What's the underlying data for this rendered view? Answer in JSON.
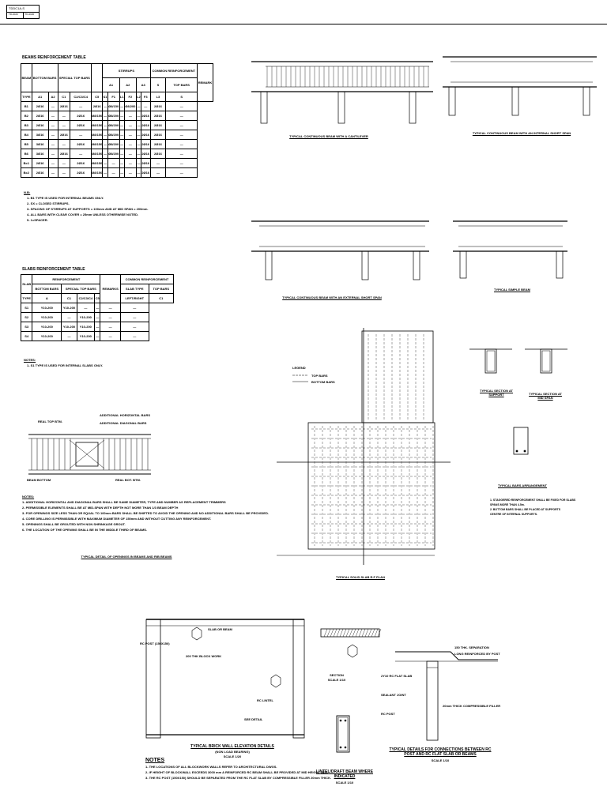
{
  "title_block": {
    "title": "TDDC1A-S",
    "cells": [
      "TD-2020",
      "TD-2020"
    ]
  },
  "beams_table": {
    "title": "BEAMS REINFORCEMENT TABLE",
    "headers": {
      "beam": "BEAM",
      "bottom_bars": "BOTTOM BARS",
      "special_top_bars": "SPECIAL TOP BARS",
      "stirrups": "STIRRUPS",
      "common_reinforcement": "COMMON REINFORCEMENT",
      "remark": "REMARK",
      "type": "TYPE",
      "sub": [
        "A1",
        "A2",
        "C1",
        "C2/C3/C4",
        "C5",
        "S1",
        "F1",
        "L1",
        "F2",
        "L2",
        "F3",
        "L3",
        "S",
        "TOP BARS"
      ]
    },
    "rows": [
      [
        "B1",
        "2Ø16",
        "—",
        "2Ø16",
        "—",
        "2Ø16",
        "—",
        "Ø8/150",
        "—",
        "Ø8/200",
        "—",
        "—",
        "2Ø16",
        "—"
      ],
      [
        "B2",
        "2Ø16",
        "—",
        "—",
        "2Ø16",
        "Ø8/150",
        "—",
        "Ø8/200",
        "—",
        "—",
        "—",
        "2Ø16",
        "2Ø16",
        "—"
      ],
      [
        "B3",
        "2Ø16",
        "—",
        "—",
        "2Ø16",
        "Ø8/150",
        "—",
        "Ø8/200",
        "—",
        "—",
        "—",
        "2Ø16",
        "2Ø16",
        "—"
      ],
      [
        "B4",
        "3Ø16",
        "—",
        "2Ø16",
        "—",
        "Ø8/150",
        "—",
        "Ø8/200",
        "—",
        "—",
        "—",
        "2Ø16",
        "2Ø16",
        "—"
      ],
      [
        "B5",
        "3Ø16",
        "—",
        "—",
        "2Ø16",
        "Ø8/150",
        "—",
        "Ø8/200",
        "—",
        "—",
        "—",
        "2Ø16",
        "2Ø16",
        "—"
      ],
      [
        "B6",
        "3Ø16",
        "—",
        "2Ø16",
        "—",
        "Ø8/150",
        "—",
        "Ø8/200",
        "—",
        "—",
        "—",
        "2Ø16",
        "2Ø16",
        "—"
      ],
      [
        "Bc1",
        "2Ø16",
        "—",
        "—",
        "2Ø16",
        "Ø8/150",
        "—",
        "—",
        "—",
        "—",
        "—",
        "2Ø16",
        "—",
        "—"
      ],
      [
        "Bc2",
        "2Ø16",
        "—",
        "—",
        "2Ø16",
        "Ø8/150",
        "—",
        "—",
        "—",
        "—",
        "—",
        "2Ø16",
        "—",
        "—"
      ]
    ]
  },
  "beams_notes": {
    "title": "N.B:",
    "items": [
      "1- B1 TYPE IS USED FOR INTERNAL BEAMS ONLY.",
      "2- SX = CLOSED STIRRUPS.",
      "3- SPACING OF STIRRUPS AT SUPPORTS = 100mm AND AT MID SPAN = 200mm.",
      "4- ALL BARS WITH CLEAR COVER = 25mm UNLESS OTHERWISE NOTED.",
      "5- 1=SPACER."
    ]
  },
  "slabs_table": {
    "title": "SLABS REINFORCEMENT TABLE",
    "headers": {
      "slab": "SLAB",
      "reinforcement": "REINFORCEMENT",
      "remarks": "REMARKS",
      "common_reinforcement": "COMMON REINFORCEMENT",
      "type": "TYPE",
      "bottom_bars": "BOTTOM BARS",
      "special_top_bars": "SPECIAL TOP BARS",
      "slab_type": "SLAB TYPE",
      "top_bars": "TOP BARS",
      "sub": [
        "A",
        "C1",
        "C2/C3/C4",
        "C5",
        "LEFT/RIGHT",
        "C1"
      ]
    },
    "rows": [
      [
        "S1",
        "Y10-200",
        "Y10-200",
        "—",
        "—",
        "—",
        "—"
      ],
      [
        "S2",
        "Y10-200",
        "—",
        "Y10-200",
        "—",
        "—",
        "—"
      ],
      [
        "S3",
        "Y10-200",
        "Y10-200",
        "Y10-200",
        "—",
        "—",
        "—"
      ],
      [
        "S4",
        "Y10-200",
        "—",
        "Y10-200",
        "—",
        "—",
        "—"
      ]
    ]
  },
  "slabs_notes": {
    "title": "NOTES:",
    "items": [
      "1- S1 TYPE IS USED FOR INTERNAL SLABS ONLY."
    ]
  },
  "openings_notes": {
    "title": "NOTES:",
    "items": [
      "1- ADDITIONAL HORIZONTAL AND DIAGONAL BARS SHALL BE SAME DIAMETER, TYPE AND NUMBER AS REPLACEMENT TRIMMERS",
      "2- PERMISSIBLE ELEMENTS SHALL BE AT MID-SPAN WITH DEPTH NOT MORE THAN 1/3 BEAM DEPTH",
      "3- FOR OPENINGS SIZE LESS THAN OR EQUAL TO 100mm BARS SHALL BE SHIFTED TO AVOID THE OPENING AND NO ADDITIONAL BARS SHALL BE PROVIDED.",
      "4- CORE DRILLING IS PERMISSIBLE WITH MAXIMUM DIAMETER OF 150mm AND WITHOUT CUTTING ANY REINFORCEMENT.",
      "5- OPENINGS SHALL BE GROUTED WITH NON SHRINKAGE GROUT.",
      "6- THE LOCATION OF THE OPENING SHALL BE IN THE MIDDLE THIRD OF BEAMS."
    ],
    "caption": "TYPICAL DETAIL OF OPENINGS IN BEAMS AND RIB BEAMS"
  },
  "openings_detail": {
    "labels": [
      "REAL TOP BTM.",
      "ADDITIONAL HORIZONTAL BARS",
      "ADDITIONAL DIAGONAL BARS",
      "BEAM BOTTOM",
      "REAL BOT. BTM."
    ]
  },
  "captions": {
    "cantilever": "TYPICAL CONTINUOUS BEAM WITH A CANTILEVER",
    "internal_short": "TYPICAL CONTINUOUS BEAM WITH AN INTERNAL SHORT SPAN",
    "external_short": "TYPICAL CONTINUOUS BEAM WITH AN EXTERNAL SHORT SPAN",
    "simple": "TYPICAL SIMPLE BEAM",
    "section_support": "TYPICAL SECTION AT SUPPORT",
    "section_mid": "TYPICAL SECTION AT MID SPAN",
    "bars_arrangement": "TYPICAL BARS ARRANGEMENT",
    "solid_slab_plan": "TYPICAL SOLID SLAB R.F PLAN",
    "brick_wall": "TYPICAL BRICK WALL ELEVATION DETAILS",
    "brick_wall_sub": "(NON LOAD BEARING)",
    "brick_wall_scale": "SCALE 1/20",
    "lintel": "LINTEL/DRAFT BEAM WHERE INDICATED",
    "lintel_scale": "SCALE 1/10",
    "connection": "TYPICAL DETAILS FOR CONNECTIONS BETWEEN RC POST AND RC FLAT SLAB OR BEAMS",
    "connection_scale": "SCALE 1/10",
    "section": "SECTION",
    "section_scale": "SCALE 1/10"
  },
  "legend": {
    "title": "LEGEND",
    "items": [
      "TOP BARS",
      "BOTTOM BARS"
    ]
  },
  "bars_notes": [
    "1. STAGGERED REINFORCEMENT SHALL BE FIXED FOR SLABS",
    "SPANS MORE THAN 4.5m.",
    "2. BOTTOM BARS SHALL BE PLACED AT SUPPORTS",
    "CENTRE OF INTERNAL SUPPORTS."
  ],
  "brick_wall_labels": {
    "post": "RC POST (150X150)",
    "block": "200 THK BLOCK WORK",
    "lintel": "RC LINTEL",
    "slab": "SLAB OR BEAM",
    "see_detail": "SEE DETAIL"
  },
  "brick_notes": {
    "title": "NOTES",
    "items": [
      "1- THE LOCATIONS OF ALL BLOCKWORK WALLS REFER TO ARCHITECTURAL DWGS.",
      "2- IF HEIGHT OF BLOCKWALL EXCEEDS 3000 mm A REINFORCED RC BEAM SHALL BE PROVIDED AT MID HEIGHT (B5).",
      "3- THE RC POST (150X150) SHOULD BE SEPARATED FROM THE RC FLAT SLAB BY COMPRESSIBLE FILLER 20mm THICK."
    ]
  },
  "connection_labels": [
    "150 THK. SEPARATION",
    "LONG REINFORCED BY POST",
    "2Y10 RC FLAT SLAB",
    "SEALANT JOINT",
    "RC POST",
    "20mm THICK COMPRESSIBLE FILLER"
  ]
}
